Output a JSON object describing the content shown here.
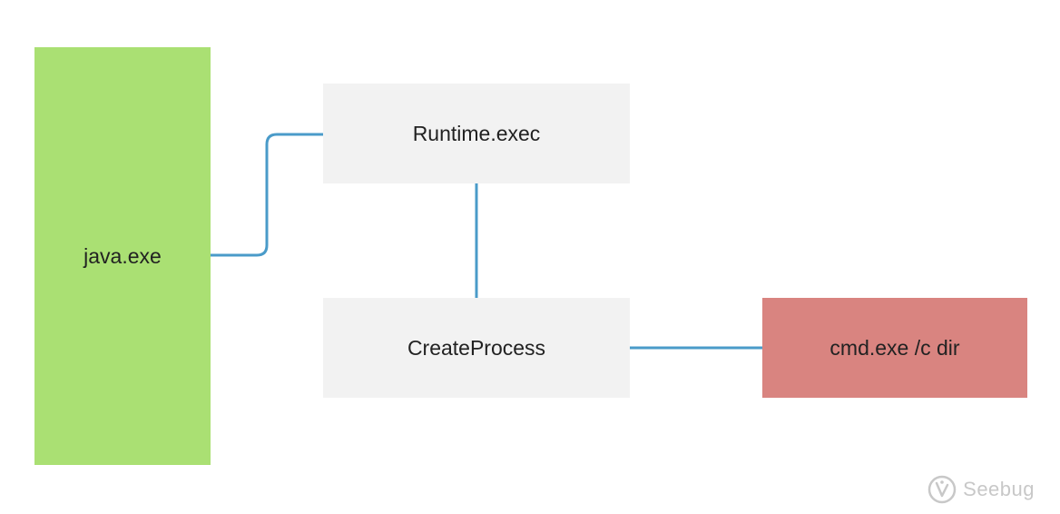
{
  "colors": {
    "java_fill": "#aae073",
    "box_fill": "#f2f2f2",
    "cmd_fill": "#d98480",
    "connector": "#4a9bc9",
    "text": "#222222",
    "watermark": "#c8c8c8"
  },
  "nodes": {
    "java": {
      "label": "java.exe"
    },
    "runtime": {
      "label": "Runtime.exec"
    },
    "create": {
      "label": "CreateProcess"
    },
    "cmd": {
      "label": "cmd.exe /c dir"
    }
  },
  "connections": [
    {
      "from": "java.exe",
      "to": "Runtime.exec"
    },
    {
      "from": "Runtime.exec",
      "to": "CreateProcess"
    },
    {
      "from": "CreateProcess",
      "to": "cmd.exe /c dir"
    }
  ],
  "watermark": {
    "text": "Seebug",
    "icon": "seebug-logo-icon"
  }
}
